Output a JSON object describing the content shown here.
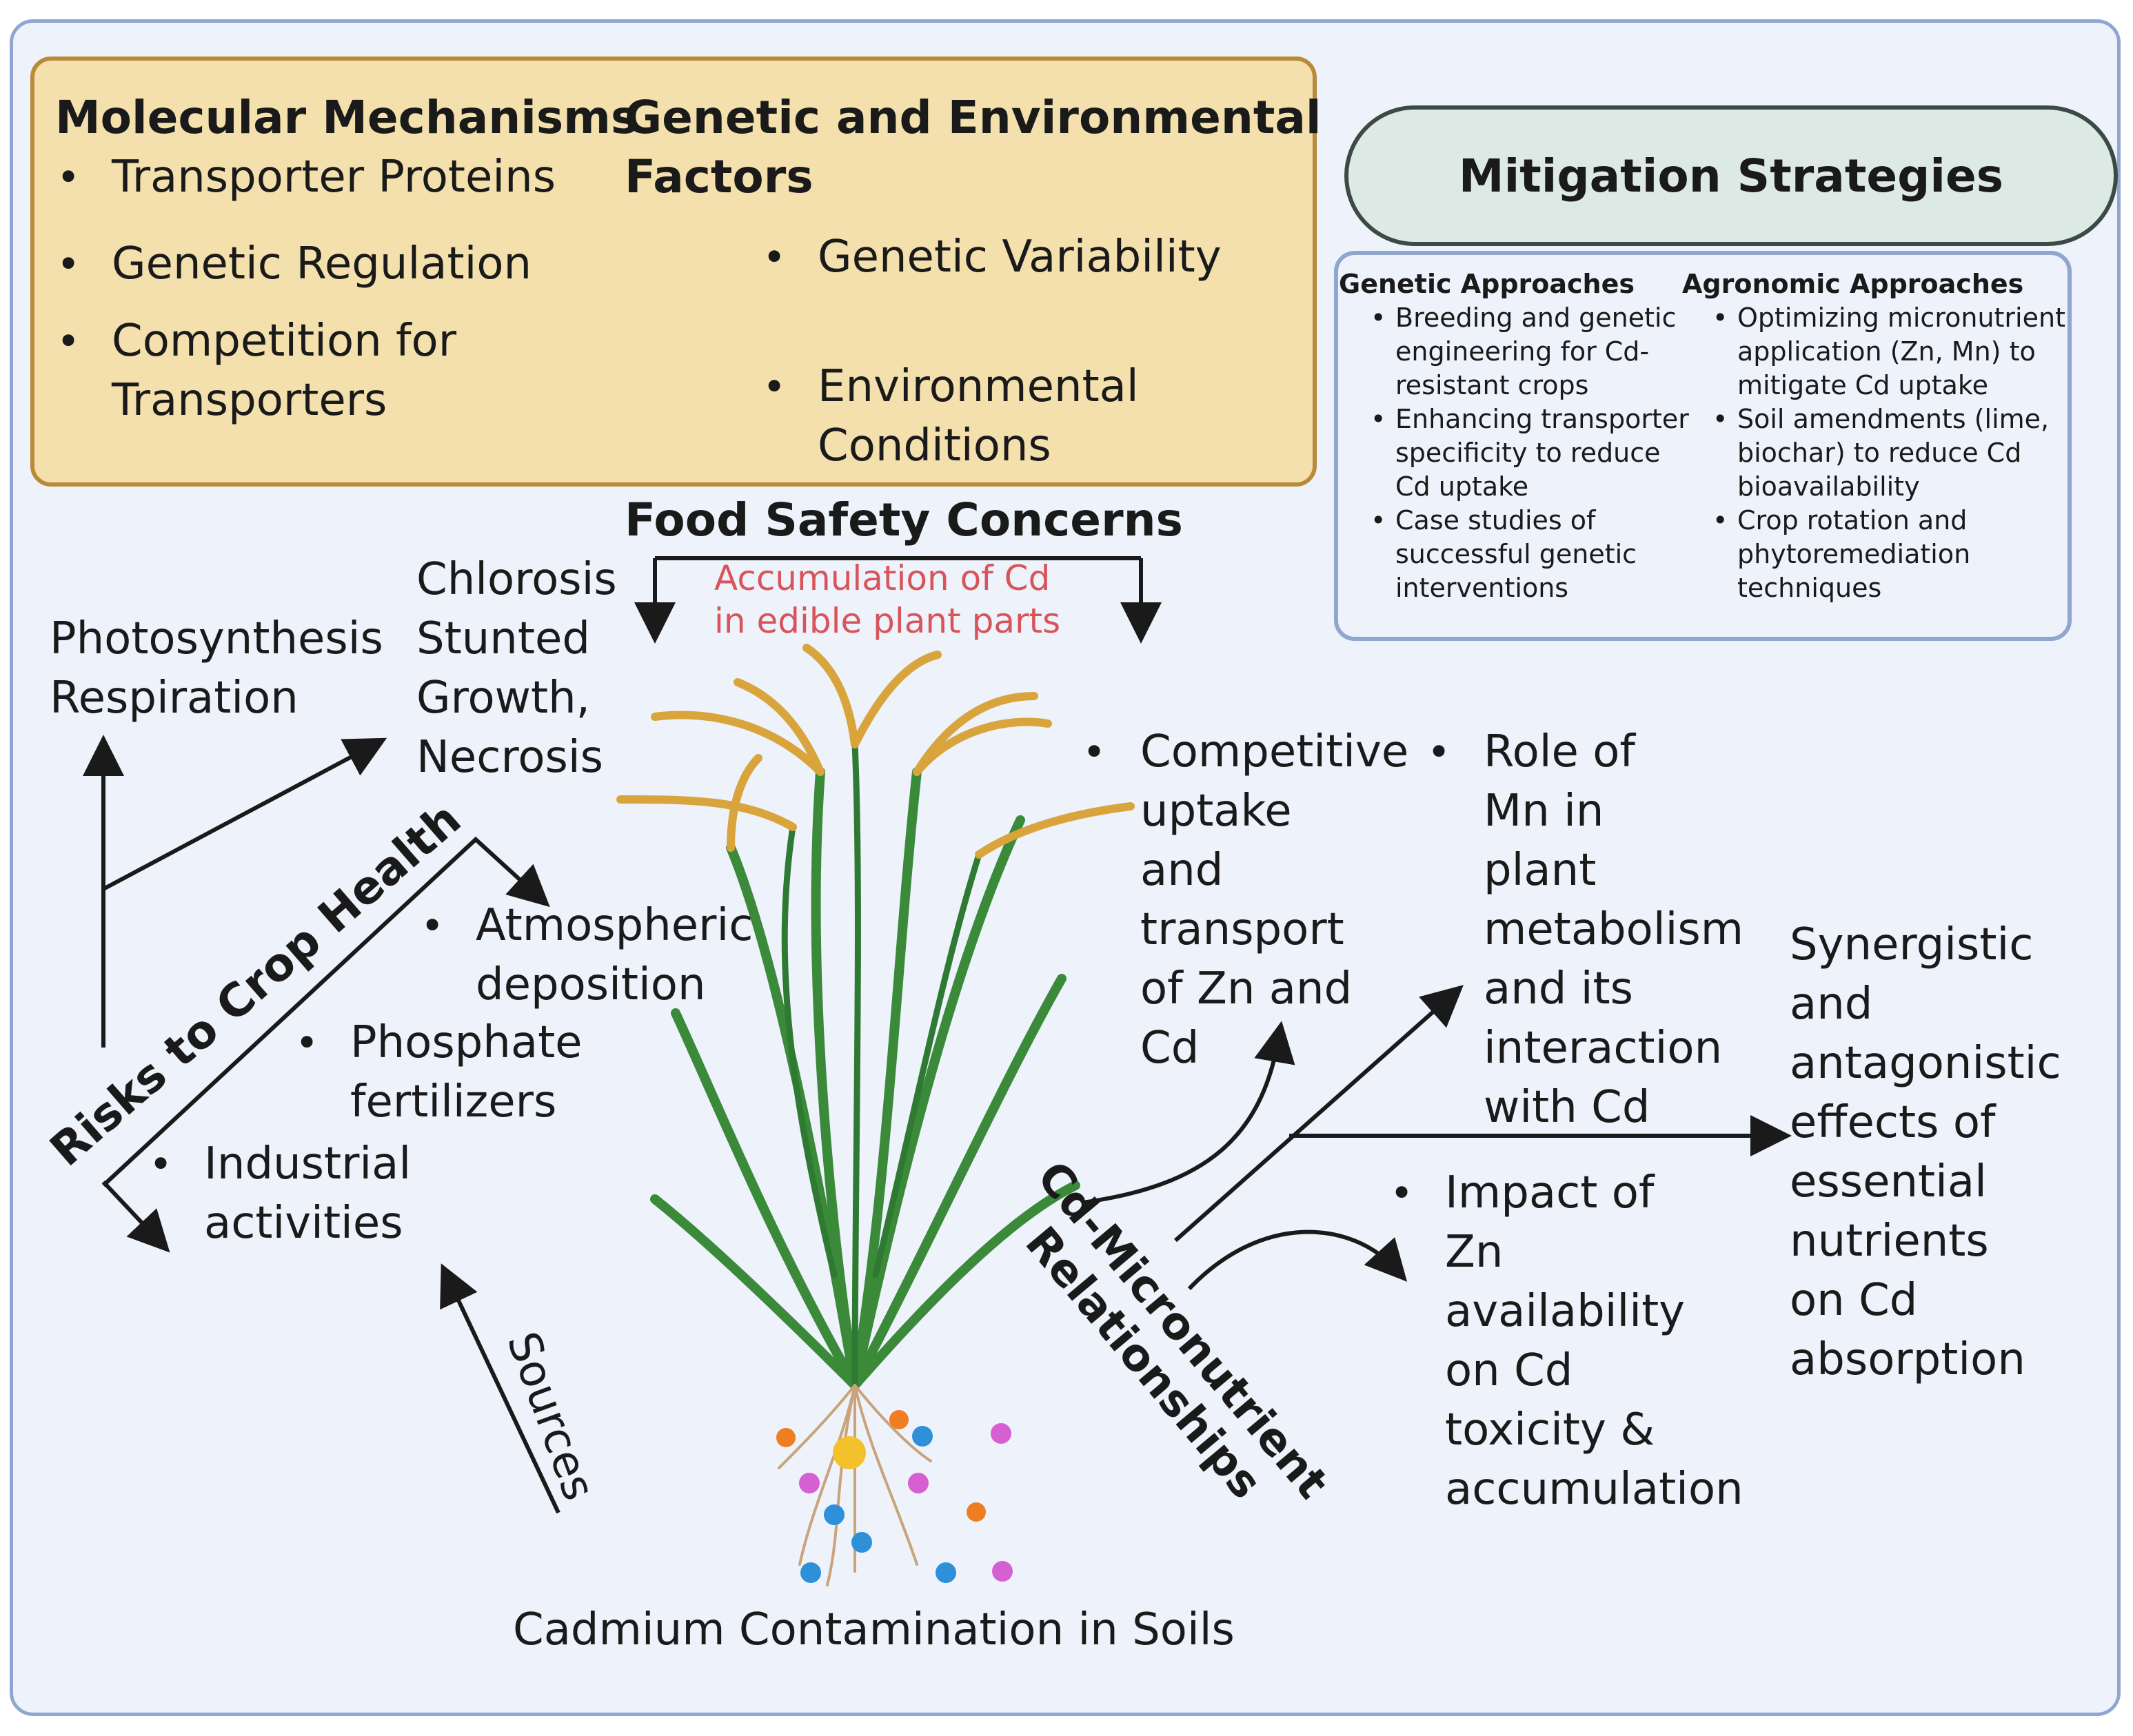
{
  "molecular": {
    "title": "Molecular Mechanisms",
    "items": [
      "Transporter Proteins",
      "Genetic Regulation",
      "Competition for",
      "Transporters"
    ]
  },
  "genetic_env": {
    "title_line1": "Genetic and Environmental",
    "title_line2": "Factors",
    "items": [
      "Genetic Variability",
      "Environmental",
      "Conditions"
    ]
  },
  "mitigation": {
    "title": "Mitigation Strategies",
    "genetic": {
      "title": "Genetic Approaches",
      "items": [
        [
          "Breeding and genetic",
          "engineering for Cd-",
          "resistant crops"
        ],
        [
          "Enhancing transporter",
          "specificity to reduce",
          "Cd uptake"
        ],
        [
          "Case studies of",
          "successful genetic",
          "interventions"
        ]
      ]
    },
    "agronomic": {
      "title": "Agronomic Approaches",
      "items": [
        [
          "Optimizing micronutrient",
          "application (Zn, Mn) to",
          "mitigate Cd uptake"
        ],
        [
          "Soil amendments (lime,",
          "biochar) to reduce Cd",
          "bioavailability"
        ],
        [
          "Crop rotation and",
          "phytoremediation",
          "techniques"
        ]
      ]
    }
  },
  "food_safety": {
    "title": "Food Safety Concerns",
    "note_line1": "Accumulation of Cd",
    "note_line2": "in edible plant parts"
  },
  "effects": {
    "photosynthesis": "Photosynthesis",
    "respiration": "Respiration",
    "chlorosis": "Chlorosis",
    "stunted": "Stunted",
    "growth": "Growth,",
    "necrosis": "Necrosis"
  },
  "risks": {
    "label": "Risks to Crop Health",
    "sources": [
      [
        "Atmospheric",
        "deposition"
      ],
      [
        "Phosphate",
        "fertilizers"
      ],
      [
        "Industrial",
        "activities"
      ]
    ],
    "sources_label": "Sources"
  },
  "bottom_label": "Cadmium Contamination in Soils",
  "relationships": {
    "label_line1": "Cd-Micronutrient",
    "label_line2": "Relationships",
    "competitive": [
      "Competitive",
      "uptake",
      "and",
      "transport",
      "of Zn and",
      "Cd"
    ],
    "mn_role": [
      "Role of",
      "Mn in",
      "plant",
      "metabolism",
      "and its",
      "interaction",
      "with Cd"
    ],
    "zn_impact": [
      "Impact of",
      "Zn",
      "availability",
      "on Cd",
      "toxicity &",
      "accumulation"
    ],
    "synergistic": [
      "Synergistic",
      "and",
      "antagonistic",
      "effects of",
      "essential",
      "nutrients",
      "on Cd",
      "absorption"
    ]
  },
  "colors": {
    "frame": "#8fa6cf",
    "background": "#edf2fb",
    "mechanism_box": "#f4e0ac",
    "mitigation_pill": "#dde9e5",
    "note_red": "#d9545a"
  }
}
